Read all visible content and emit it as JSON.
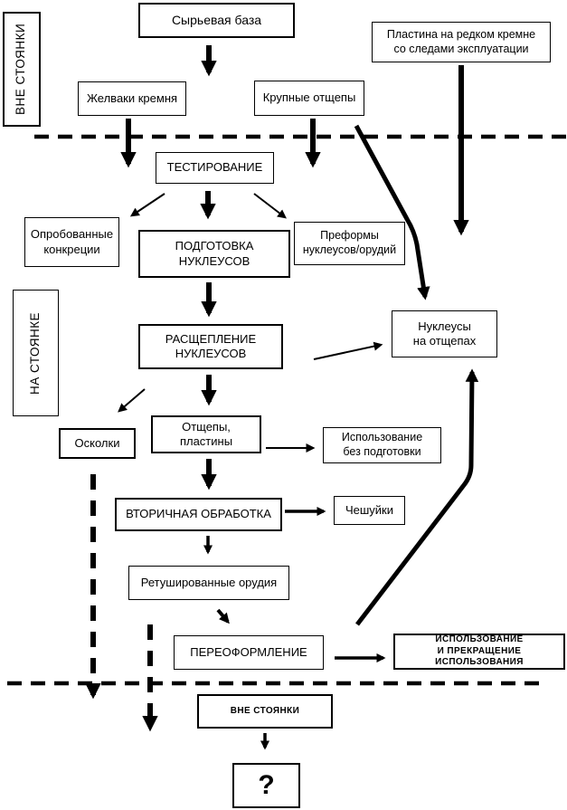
{
  "zones": {
    "off_site_top": "ВНЕ СТОЯНКИ",
    "on_site": "НА СТОЯНКЕ",
    "off_site_bottom": "ВНЕ СТОЯНКИ"
  },
  "nodes": {
    "raw_base": "Сырьевая база",
    "plate_rare_flint": "Пластина на редком кремне\nсо следами эксплуатации",
    "flint_nodules": "Желваки кремня",
    "large_flakes": "Крупные отщепы",
    "testing": "ТЕСТИРОВАНИЕ",
    "tested_concretions": "Опробованные\nконкреции",
    "core_preparation": "ПОДГОТОВКА\nНУКЛЕУСОВ",
    "preforms": "Преформы\nнуклеусов/орудий",
    "core_reduction": "РАСЩЕПЛЕНИЕ\nНУКЛЕУСОВ",
    "cores_on_flakes": "Нуклеусы\nна отщепах",
    "shatter": "Осколки",
    "flakes_blades": "Отщепы,\nпластины",
    "use_without_preparation": "Использование\nбез подготовки",
    "secondary_working": "ВТОРИЧНАЯ ОБРАБОТКА",
    "chips": "Чешуйки",
    "retouched_tools": "Ретушированные орудия",
    "reshaping": "ПЕРЕОФОРМЛЕНИЕ",
    "use_and_discard": "ИСПОЛЬЗОВАНИЕ\nИ ПРЕКРАЩЕНИЕ ИСПОЛЬЗОВАНИЯ",
    "question": "?"
  },
  "colors": {
    "ink": "#000000",
    "background": "#ffffff"
  }
}
